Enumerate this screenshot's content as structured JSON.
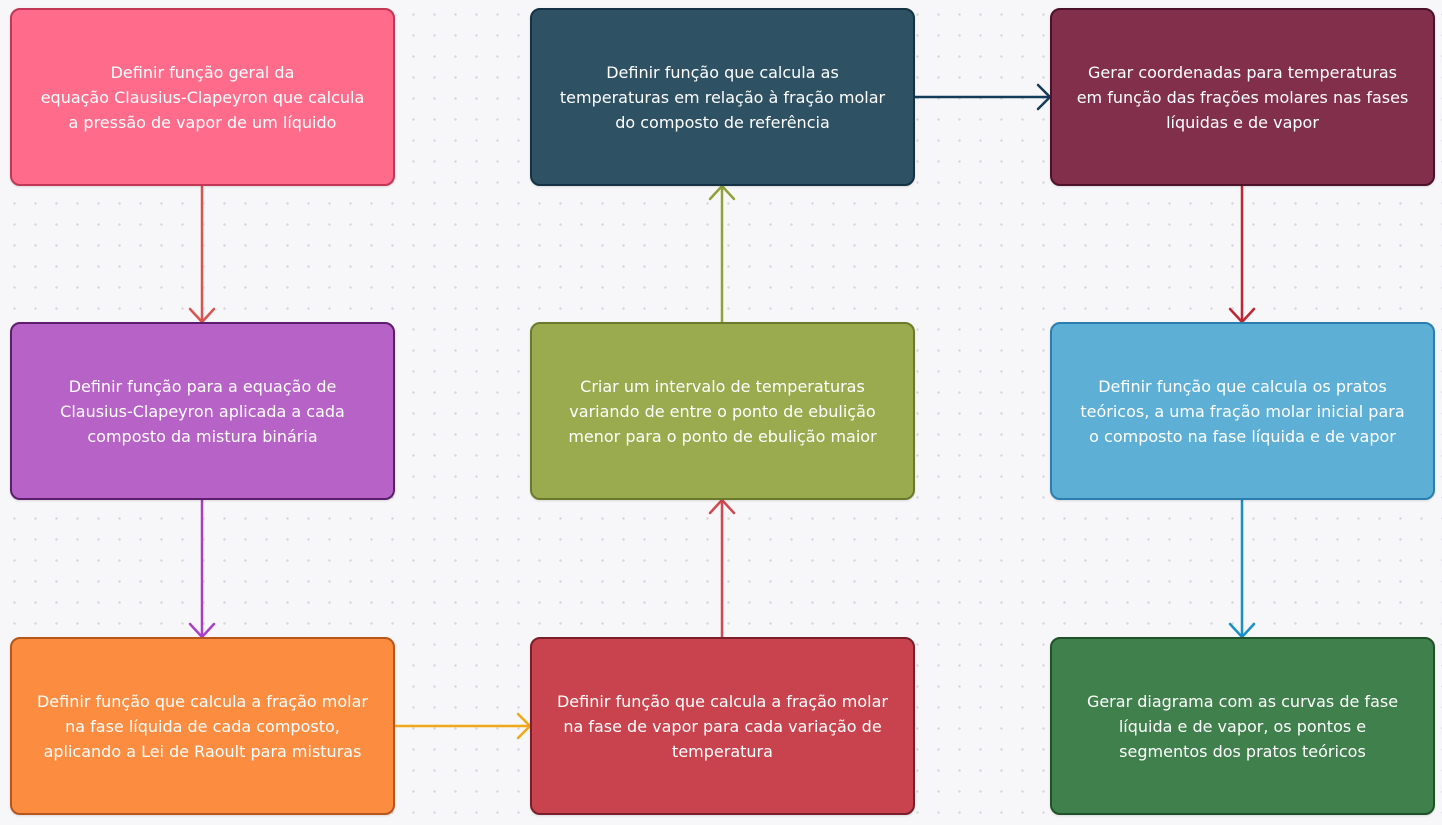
{
  "nodes": [
    {
      "id": "n1",
      "text": "Definir função geral da\nequação Clausius-Clapeyron que calcula\na pressão de vapor de um líquido",
      "fill": "#ff6b8a",
      "border": "#c23656"
    },
    {
      "id": "n2",
      "text": "Definir função para a equação de\nClausius-Clapeyron aplicada a cada\ncomposto da mistura binária",
      "fill": "#b762c6",
      "border": "#5e1d6d"
    },
    {
      "id": "n3",
      "text": "Definir função que calcula a fração molar\nna fase líquida de cada composto,\naplicando a Lei de Raoult para misturas",
      "fill": "#fb8c40",
      "border": "#b8551b"
    },
    {
      "id": "n4",
      "text": "Definir função que calcula a fração molar\nna fase de vapor para cada variação de\ntemperatura",
      "fill": "#c9434e",
      "border": "#7a1f29"
    },
    {
      "id": "n5",
      "text": "Criar um intervalo de temperaturas\nvariando de entre o ponto de ebulição\nmenor para o ponto de ebulição maior",
      "fill": "#9aab4f",
      "border": "#6b7a2a"
    },
    {
      "id": "n6",
      "text": "Definir função que calcula as\ntemperaturas em relação à fração molar\ndo composto de referência",
      "fill": "#2f5164",
      "border": "#143244"
    },
    {
      "id": "n7",
      "text": "Gerar coordenadas para temperaturas\nem função das frações molares nas fases\nlíquidas e de vapor",
      "fill": "#822f4b",
      "border": "#4d1229"
    },
    {
      "id": "n8",
      "text": "Definir função que calcula os pratos\nteóricos, a uma fração molar inicial para\no composto na fase líquida e de vapor",
      "fill": "#5eafd6",
      "border": "#2a7fb0"
    },
    {
      "id": "n9",
      "text": "Gerar diagrama com as curvas de fase\nlíquida e de vapor, os pontos e\nsegmentos dos pratos teóricos",
      "fill": "#40804d",
      "border": "#1f5229"
    }
  ],
  "edges": [
    {
      "from": "n1",
      "to": "n2",
      "color": "#d9534f"
    },
    {
      "from": "n2",
      "to": "n3",
      "color": "#a93fc4"
    },
    {
      "from": "n3",
      "to": "n4",
      "color": "#f0a818"
    },
    {
      "from": "n4",
      "to": "n5",
      "color": "#d1494f"
    },
    {
      "from": "n5",
      "to": "n6",
      "color": "#8fa13b"
    },
    {
      "from": "n6",
      "to": "n7",
      "color": "#123c5a"
    },
    {
      "from": "n7",
      "to": "n8",
      "color": "#c02631"
    },
    {
      "from": "n8",
      "to": "n9",
      "color": "#1a8fc7"
    }
  ]
}
